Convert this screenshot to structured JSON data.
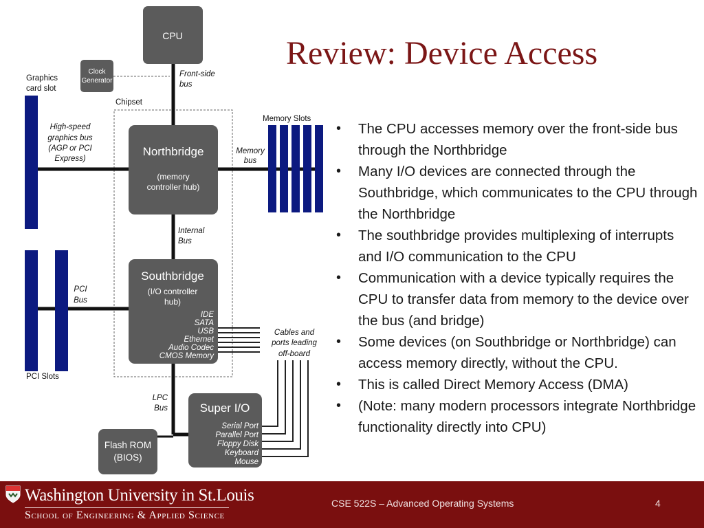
{
  "title": "Review: Device Access",
  "bullets": [
    "The CPU accesses memory over the front-side bus through the Northbridge",
    "Many I/O devices are connected through the Southbridge, which communicates to the CPU through the Northbridge",
    "The southbridge provides multiplexing of interrupts and I/O communication to the CPU",
    "Communication with a device typically requires the CPU to transfer data from memory to the device over the bus (and bridge)",
    "Some devices (on Southbridge or Northbridge) can access memory directly, without the CPU.",
    "This is called Direct Memory Access (DMA)",
    "(Note: many modern processors integrate Northbridge functionality directly into CPU)"
  ],
  "diagram": {
    "cpu": "CPU",
    "clock": [
      "Clock",
      "Generator"
    ],
    "front_side_bus": [
      "Front-side",
      "bus"
    ],
    "graphics_slot": [
      "Graphics",
      "card slot"
    ],
    "chipset": "Chipset",
    "memory_slots": "Memory Slots",
    "graphics_bus": [
      "High-speed",
      "graphics bus",
      "(AGP or PCI",
      "Express)"
    ],
    "northbridge": "Northbridge",
    "northbridge_sub": [
      "(memory",
      "controller hub)"
    ],
    "memory_bus": [
      "Memory",
      "bus"
    ],
    "internal_bus": [
      "Internal",
      "Bus"
    ],
    "southbridge": "Southbridge",
    "southbridge_sub": [
      "(I/O controller",
      "hub)"
    ],
    "southbridge_ports": [
      "IDE",
      "SATA",
      "USB",
      "Ethernet",
      "Audio Codec",
      "CMOS Memory"
    ],
    "pci_bus": [
      "PCI",
      "Bus"
    ],
    "cables": [
      "Cables and",
      "ports leading",
      "off-board"
    ],
    "pci_slots": "PCI Slots",
    "lpc_bus": [
      "LPC",
      "Bus"
    ],
    "super_io": "Super I/O",
    "super_io_ports": [
      "Serial Port",
      "Parallel Port",
      "Floppy Disk",
      "Keyboard",
      "Mouse"
    ],
    "flash_rom": [
      "Flash ROM",
      "(BIOS)"
    ]
  },
  "footer": {
    "university": "Washington University in St.Louis",
    "school": "School of Engineering & Applied Science",
    "course": "CSE 522S – Advanced Operating Systems",
    "page": "4"
  },
  "colors": {
    "title": "#7b1616",
    "footer_bg": "#7a0f0f",
    "box_fill": "#5b5b5b",
    "slot_fill": "#0c1a80",
    "bus_line": "#111111"
  }
}
